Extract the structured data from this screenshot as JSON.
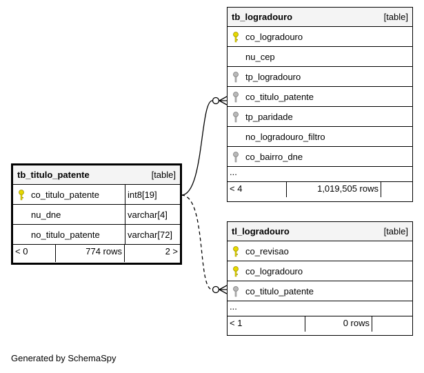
{
  "tables": {
    "tb_titulo_patente": {
      "name": "tb_titulo_patente",
      "kind": "[table]",
      "columns": [
        {
          "name": "co_titulo_patente",
          "type": "int8[19]",
          "key": "primary"
        },
        {
          "name": "nu_dne",
          "type": "varchar[4]",
          "key": "none"
        },
        {
          "name": "no_titulo_patente",
          "type": "varchar[72]",
          "key": "none"
        }
      ],
      "footer": {
        "parents": "< 0",
        "rows": "774 rows",
        "children": "2 >"
      }
    },
    "tb_logradouro": {
      "name": "tb_logradouro",
      "kind": "[table]",
      "columns": [
        {
          "name": "co_logradouro",
          "key": "primary"
        },
        {
          "name": "nu_cep",
          "key": "none"
        },
        {
          "name": "tp_logradouro",
          "key": "foreign"
        },
        {
          "name": "co_titulo_patente",
          "key": "foreign"
        },
        {
          "name": "tp_paridade",
          "key": "foreign"
        },
        {
          "name": "no_logradouro_filtro",
          "key": "none"
        },
        {
          "name": "co_bairro_dne",
          "key": "foreign"
        }
      ],
      "ellipsis": "...",
      "footer": {
        "parents": "< 4",
        "rows": "1,019,505 rows",
        "children": ""
      }
    },
    "tl_logradouro": {
      "name": "tl_logradouro",
      "kind": "[table]",
      "columns": [
        {
          "name": "co_revisao",
          "key": "primary"
        },
        {
          "name": "co_logradouro",
          "key": "primary"
        },
        {
          "name": "co_titulo_patente",
          "key": "foreign"
        }
      ],
      "ellipsis": "...",
      "footer": {
        "parents": "< 1",
        "rows": "0 rows",
        "children": ""
      }
    }
  },
  "colors": {
    "primary_key": "#e6d800",
    "foreign_key": "#a0a0a0",
    "header_bg": "#f4f4f4"
  },
  "credit": "Generated by SchemaSpy"
}
